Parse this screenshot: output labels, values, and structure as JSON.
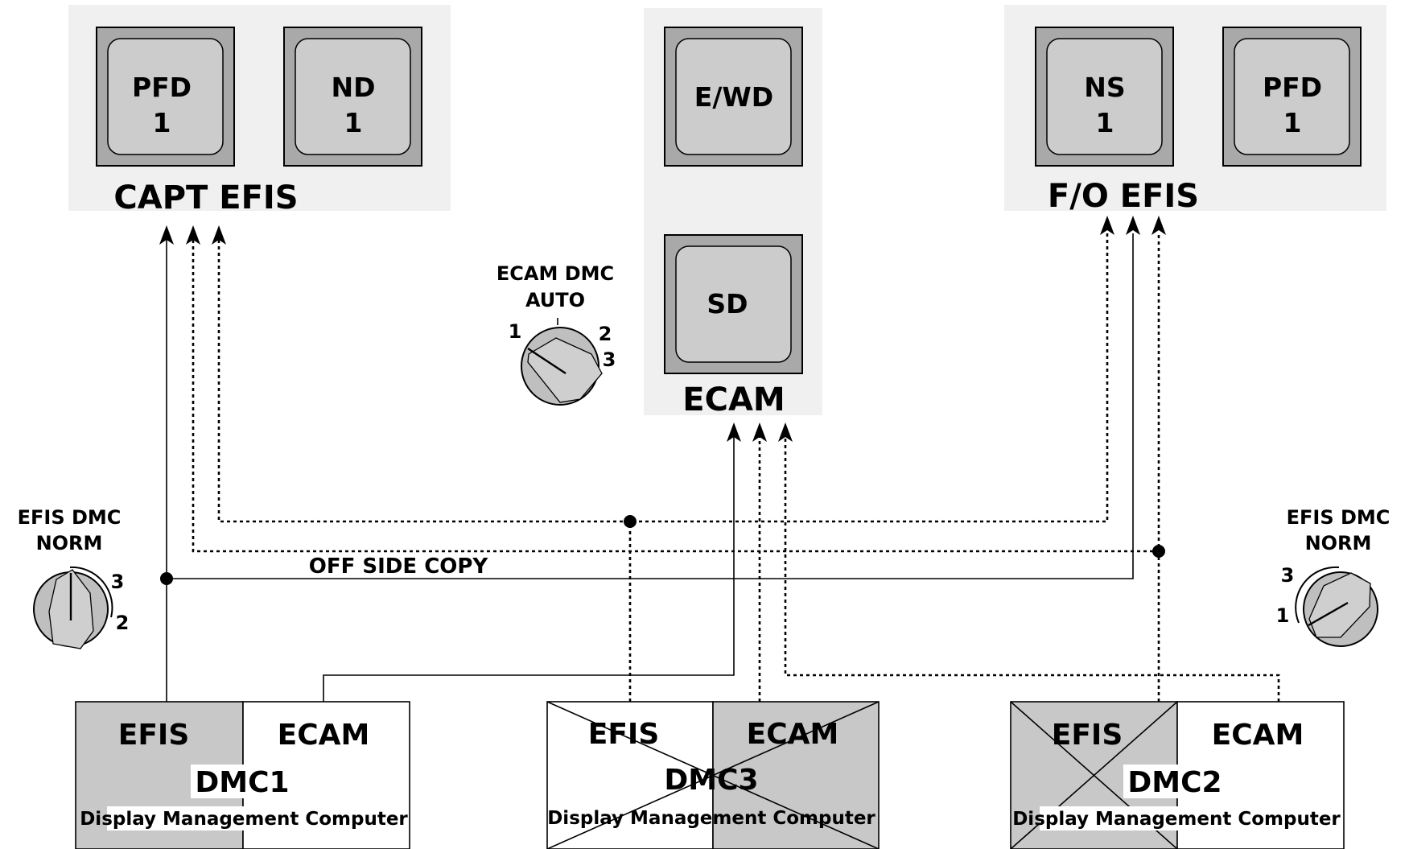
{
  "panels": {
    "capt_efis": {
      "title": "CAPT EFIS",
      "screen_left": [
        "PFD",
        "1"
      ],
      "screen_right": [
        "ND",
        "1"
      ]
    },
    "ecam": {
      "title": "ECAM",
      "upper_screen": "E/WD",
      "lower_screen": "SD"
    },
    "fo_efis": {
      "title": "F/O EFIS",
      "screen_left": [
        "NS",
        "1"
      ],
      "screen_right": [
        "PFD",
        "1"
      ]
    }
  },
  "switches": {
    "ecam_dmc": {
      "label_line1": "ECAM DMC",
      "label_line2": "AUTO",
      "pos1": "1",
      "pos2": "2",
      "pos3": "3"
    },
    "capt_efis_dmc": {
      "label_line1": "EFIS DMC",
      "label_line2": "NORM",
      "pos_a": "3",
      "pos_b": "2"
    },
    "fo_efis_dmc": {
      "label_line1": "EFIS DMC",
      "label_line2": "NORM",
      "pos_a": "3",
      "pos_b": "1"
    }
  },
  "off_side_copy": "OFF SIDE COPY",
  "computers": {
    "dmc1": {
      "efis": "EFIS",
      "ecam": "ECAM",
      "name": "DMC1",
      "desc": "Display Management Computer",
      "failed": false
    },
    "dmc3": {
      "efis": "EFIS",
      "ecam": "ECAM",
      "name": "DMC3",
      "desc": "Display Management Computer",
      "failed": true
    },
    "dmc2": {
      "efis": "EFIS",
      "ecam": "ECAM",
      "name": "DMC2",
      "desc": "Display Management Computer",
      "failed": true
    }
  },
  "colors": {
    "panel": "#f0f0f0",
    "screen_frame": "#a9a9a9",
    "screen_face": "#cccccc",
    "active_half": "#c8c8c8"
  }
}
